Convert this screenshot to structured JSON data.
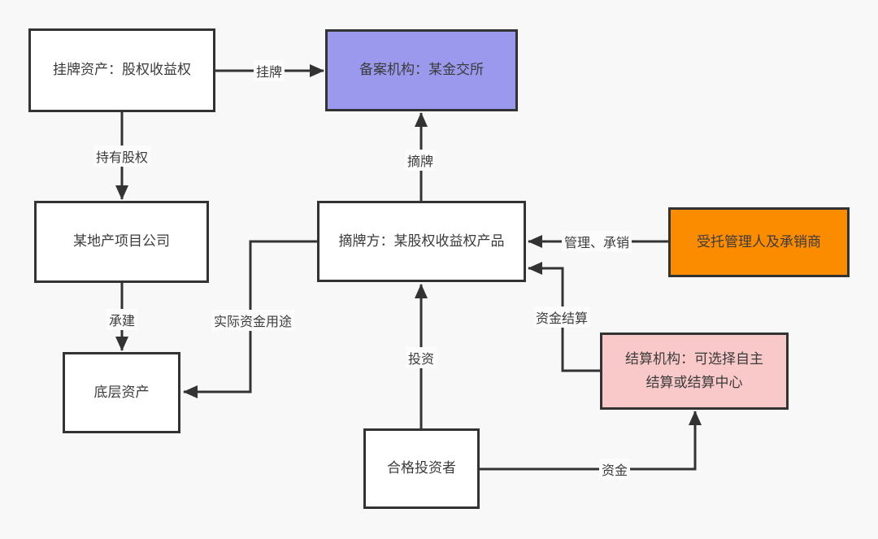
{
  "diagram": {
    "background_color": "#f8f8f8",
    "line_color": "#333333",
    "text_color": "#3b3b3b",
    "nodes": {
      "listing_asset": {
        "label": "挂牌资产：股权收益权",
        "fill": "#ffffff"
      },
      "filing_agency": {
        "label": "备案机构：某金交所",
        "fill": "#9a99ee"
      },
      "property_company": {
        "label": "某地产项目公司",
        "fill": "#ffffff"
      },
      "delisting_party": {
        "label": "摘牌方：某股权收益权产品",
        "fill": "#ffffff"
      },
      "trustee_underwriter": {
        "label": "受托管理人及承销商",
        "fill": "#fb8c00"
      },
      "underlying_asset": {
        "label": "底层资产",
        "fill": "#ffffff"
      },
      "settlement_agency": {
        "label": "结算机构：可选择自主\n结算或结算中心",
        "fill": "#f9c9c9"
      },
      "qualified_investor": {
        "label": "合格投资者",
        "fill": "#ffffff"
      }
    },
    "edges": {
      "listing": {
        "label": "挂牌",
        "from": "listing_asset",
        "to": "filing_agency"
      },
      "hold_equity": {
        "label": "持有股权",
        "from": "listing_asset",
        "to": "property_company"
      },
      "delist": {
        "label": "摘牌",
        "from": "delisting_party",
        "to": "filing_agency"
      },
      "manage_underwrite": {
        "label": "管理、承销",
        "from": "trustee_underwriter",
        "to": "delisting_party"
      },
      "construct": {
        "label": "承建",
        "from": "property_company",
        "to": "underlying_asset"
      },
      "actual_fund_use": {
        "label": "实际资金用途",
        "from": "delisting_party",
        "to": "underlying_asset"
      },
      "fund_settlement": {
        "label": "资金结算",
        "from": "settlement_agency",
        "to": "delisting_party"
      },
      "invest": {
        "label": "投资",
        "from": "qualified_investor",
        "to": "delisting_party"
      },
      "funds": {
        "label": "资金",
        "from": "qualified_investor",
        "to": "settlement_agency"
      }
    }
  }
}
